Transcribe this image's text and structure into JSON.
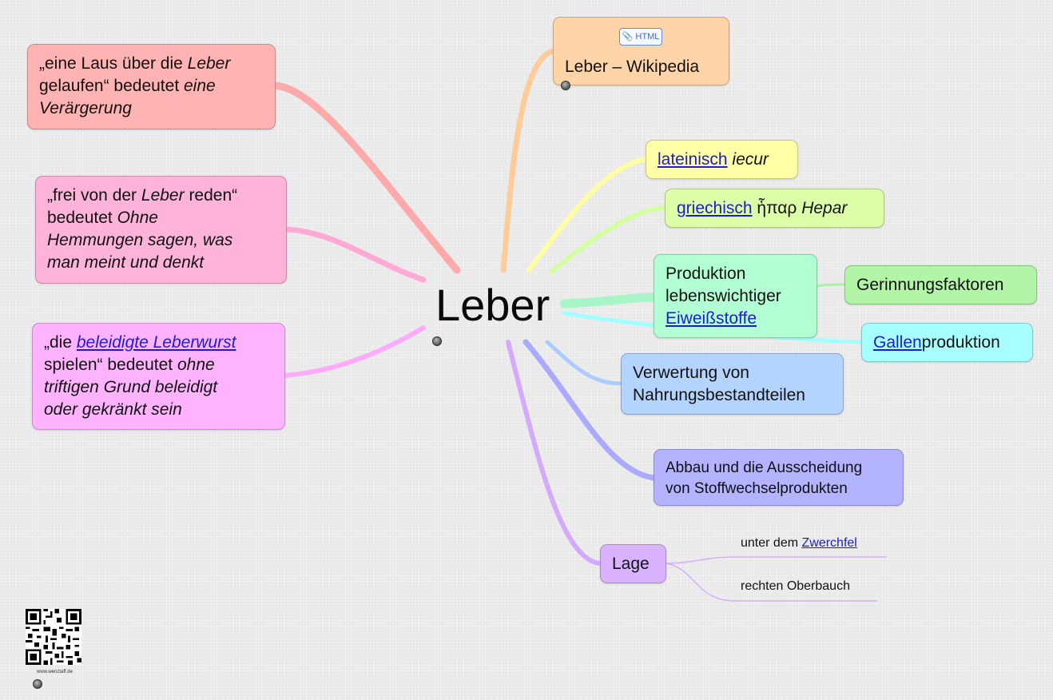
{
  "central": {
    "label": "Leber"
  },
  "wikipedia": {
    "badge": "HTML",
    "title": "Leber – Wikipedia"
  },
  "latin": {
    "link": "lateinisch",
    "word": "iecur"
  },
  "greek": {
    "link": "griechisch",
    "word": "ἧπαρ",
    "translit": "Hepar"
  },
  "production": {
    "line1": "Produktion",
    "line2": "lebenswichtiger",
    "link": "Eiweißstoffe"
  },
  "coagulation": {
    "label": "Gerinnungsfaktoren"
  },
  "bile": {
    "link": "Gallen",
    "rest": "produktion"
  },
  "nutrients": {
    "line1": "Verwertung von",
    "line2": "Nahrungsbestandteilen"
  },
  "breakdown": {
    "line1": "Abbau und die Ausscheidung",
    "line2": "von Stoffwechselprodukten"
  },
  "position": {
    "label": "Lage",
    "under_prefix": "unter dem",
    "under_link": "Zwerchfel",
    "right_upper": "rechten Oberbauch"
  },
  "idiom1": {
    "a": "„eine Laus über die ",
    "b": "Leber",
    "c": "gelaufen“ bedeutet ",
    "d": "eine",
    "e": "Verärgerung"
  },
  "idiom2": {
    "a": "„frei von der ",
    "b": "Leber",
    "c": " reden“",
    "d": "bedeutet ",
    "e": "Ohne",
    "f": "Hemmungen sagen, was",
    "g": "man meint und denkt"
  },
  "idiom3": {
    "a": "„die ",
    "link": "beleidigte Leberwurst",
    "b": "spielen“ bedeutet ",
    "c": "ohne",
    "d": "triftigen Grund beleidigt",
    "e": "oder gekränkt sein"
  },
  "qr": {
    "caption": "www.wenztaff.de"
  },
  "colors": {
    "idiom1": "#ffb3b3",
    "idiom2": "#ffb3d9",
    "idiom3": "#ffb3ff",
    "wiki": "#ffd4a6",
    "latin": "#ffffa8",
    "greek": "#ddffa8",
    "production": "#b3ffd4",
    "coag": "#b3f5a6",
    "bile": "#a8ffff",
    "nutrients": "#b3d4ff",
    "breakdown": "#b3b3ff",
    "lage": "#d9b3ff"
  }
}
